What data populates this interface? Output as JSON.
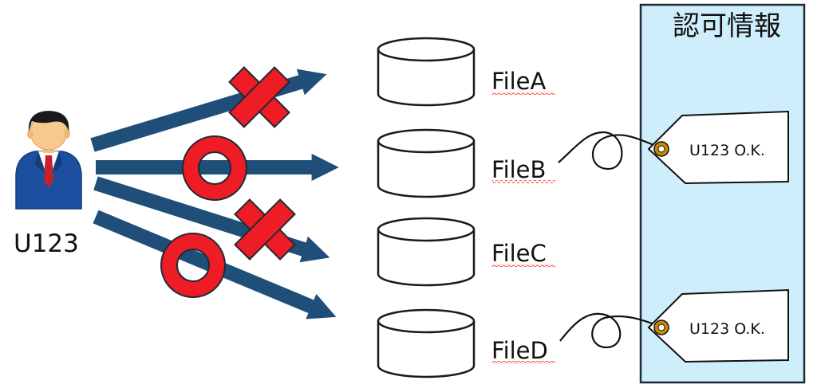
{
  "user": {
    "label": "U123"
  },
  "auth_panel": {
    "title": "認可情報"
  },
  "files": [
    {
      "name": "FileA",
      "access": "denied"
    },
    {
      "name": "FileB",
      "access": "allowed"
    },
    {
      "name": "FileC",
      "access": "denied"
    },
    {
      "name": "FileD",
      "access": "allowed"
    }
  ],
  "tags": [
    {
      "text": "U123 O.K.",
      "file": "FileB"
    },
    {
      "text": "U123 O.K.",
      "file": "FileD"
    }
  ],
  "colors": {
    "arrow": "#1f4e79",
    "mark": "#ee1c25",
    "panel_fill": "#cfeefb",
    "panel_border": "#1f2a36",
    "spellcheck": "#ff3b30",
    "suit": "#1c4fa0",
    "tie": "#c8202a",
    "ring": "#c88a00"
  },
  "icons": {
    "user": "businessman-avatar-icon",
    "file": "database-cylinder-icon",
    "allowed": "circle-ok-icon",
    "denied": "cross-ng-icon",
    "tag": "label-tag-icon"
  }
}
